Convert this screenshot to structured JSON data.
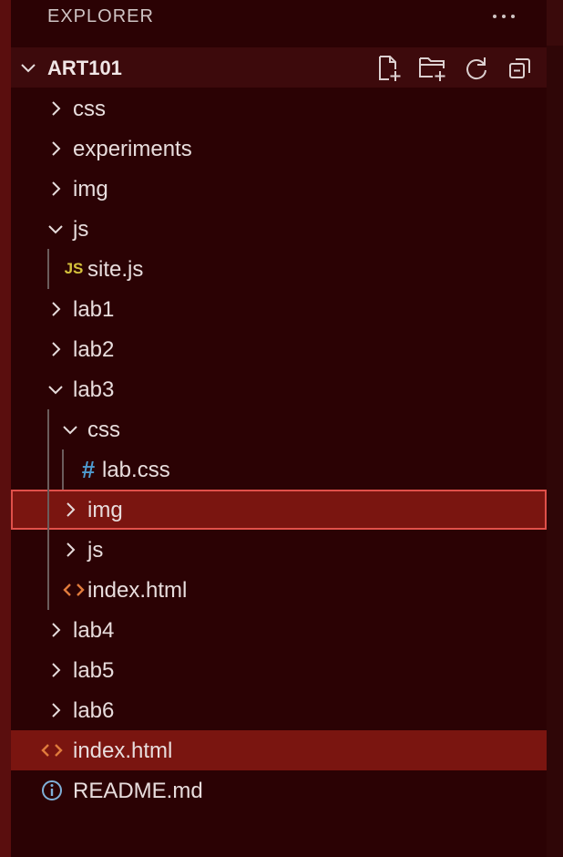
{
  "explorer": {
    "title": "EXPLORER",
    "more_icon": "ellipsis-icon"
  },
  "section": {
    "title": "ART101",
    "actions": [
      {
        "name": "new-file-button",
        "icon": "new-file-icon"
      },
      {
        "name": "new-folder-button",
        "icon": "new-folder-icon"
      },
      {
        "name": "refresh-button",
        "icon": "refresh-icon"
      },
      {
        "name": "collapse-all-button",
        "icon": "collapse-all-icon"
      }
    ]
  },
  "tree": {
    "items": [
      {
        "label": "css",
        "type": "folder",
        "expanded": false,
        "depth": 0
      },
      {
        "label": "experiments",
        "type": "folder",
        "expanded": false,
        "depth": 0
      },
      {
        "label": "img",
        "type": "folder",
        "expanded": false,
        "depth": 0
      },
      {
        "label": "js",
        "type": "folder",
        "expanded": true,
        "depth": 0
      },
      {
        "label": "site.js",
        "type": "js-file",
        "icon_text": "JS",
        "depth": 1
      },
      {
        "label": "lab1",
        "type": "folder",
        "expanded": false,
        "depth": 0
      },
      {
        "label": "lab2",
        "type": "folder",
        "expanded": false,
        "depth": 0
      },
      {
        "label": "lab3",
        "type": "folder",
        "expanded": true,
        "depth": 0
      },
      {
        "label": "css",
        "type": "folder",
        "expanded": true,
        "depth": 1
      },
      {
        "label": "lab.css",
        "type": "css-file",
        "icon_text": "#",
        "depth": 2
      },
      {
        "label": "img",
        "type": "folder",
        "expanded": false,
        "depth": 1,
        "state": "focused"
      },
      {
        "label": "js",
        "type": "folder",
        "expanded": false,
        "depth": 1
      },
      {
        "label": "index.html",
        "type": "html-file",
        "depth": 1
      },
      {
        "label": "lab4",
        "type": "folder",
        "expanded": false,
        "depth": 0
      },
      {
        "label": "lab5",
        "type": "folder",
        "expanded": false,
        "depth": 0
      },
      {
        "label": "lab6",
        "type": "folder",
        "expanded": false,
        "depth": 0
      },
      {
        "label": "index.html",
        "type": "html-file",
        "depth": 0,
        "state": "selected"
      },
      {
        "label": "README.md",
        "type": "info-file",
        "depth": 0
      }
    ]
  },
  "colors": {
    "background": "#2b0204",
    "selection": "#7a1510",
    "focus_border": "#e0504a",
    "js_icon": "#d6c23c",
    "css_icon": "#4e9bd0",
    "html_icon": "#e07b3c",
    "info_icon": "#7fb0d8"
  }
}
